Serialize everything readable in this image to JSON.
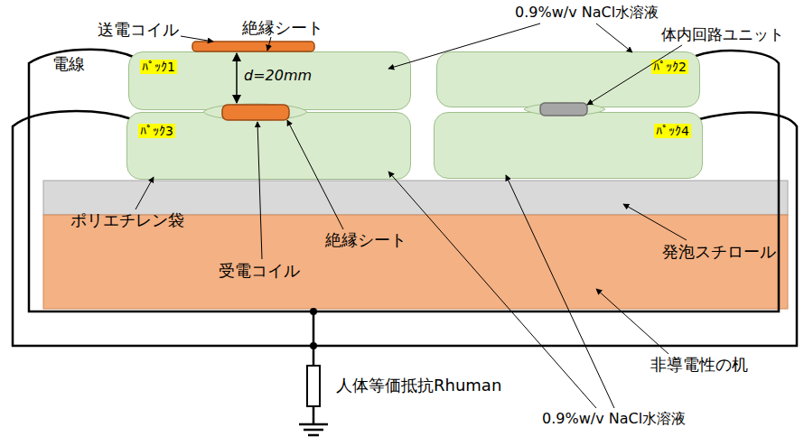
{
  "diagram": {
    "nodes": [
      {
        "text": [
          "ﾊﾟｯｸ1"
        ]
      },
      {
        "text": [
          "ﾊﾟｯｸ2"
        ]
      },
      {
        "text": [
          "ﾊﾟｯｸ3"
        ]
      },
      {
        "text": [
          "ﾊﾟｯｸ4"
        ]
      }
    ],
    "labels": [
      "送電コイル",
      "絶縁シート",
      "0.9%w/v NaCl水溶液",
      "体内回路ユニット",
      "電線",
      "d=20mm",
      "ポリエチレン袋",
      "絶縁シート",
      "受電コイル",
      "発泡スチロール",
      "非導電性の机",
      "0.9%w/v NaCl水溶液",
      "人体等価抵抗Rhuman"
    ]
  }
}
